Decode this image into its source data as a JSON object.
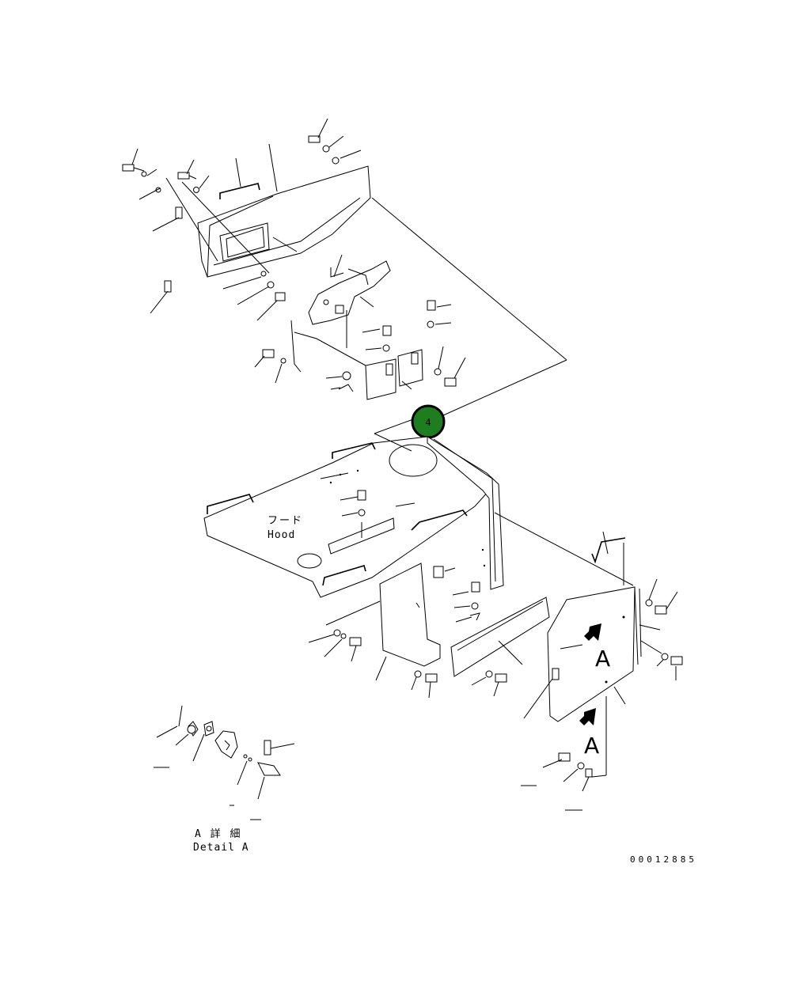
{
  "callout": {
    "number": "4",
    "fill": "#1e7d1e",
    "ring": "#000000"
  },
  "hood": {
    "jp": "フード",
    "en": "Hood"
  },
  "detail": {
    "jp": "A 詳 細",
    "en": "Detail A"
  },
  "view_marks": [
    "A",
    "A"
  ],
  "drawing_number": "00012885"
}
